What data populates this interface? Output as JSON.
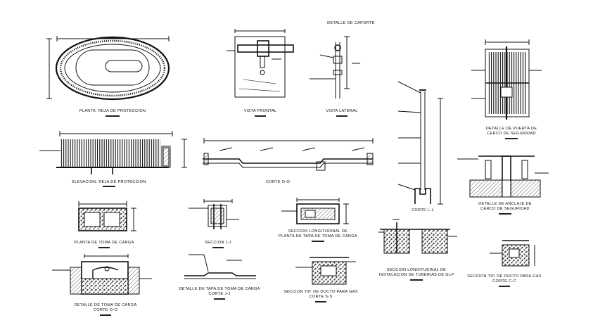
{
  "labels": {
    "planta_reja": "PLANTA: REJA DE PROTECCION",
    "vista_frontal": "VISTA FRONTAL",
    "vista_lateral": "VISTA LATERAL",
    "detalle_caporte": "DETALLE DE CAPORTE",
    "detalle_puerta_1": "DETALLE DE PUERTA DE",
    "detalle_puerta_2": "CERCO DE SEGURIDAD",
    "elevacion_reja": "ELEVACION: REJA DE PROTECCION",
    "corte_oo": "CORTE O-O",
    "corte_ll": "CORTE L-L",
    "detalle_anclaje_1": "DETALLE DE ANCLAJE DE",
    "detalle_anclaje_2": "CERCO DE SEGURIDAD",
    "planta_toma": "PLANTA DE TOMA DE CARGA",
    "seccion_jj": "SECCION J-J",
    "seccion_long_1": "SECCION LONGITUDINAL DE",
    "seccion_long_2": "PLANTA DE TAPA DE TOMA DE CARGA",
    "seccion_inst_1": "SECCION LONGITUDINAL DE",
    "seccion_inst_2": "INSTALACION DE TUBERIAS DE GLP",
    "seccion_tip_1a": "SECCION TIP. DE DUCTO PARA GAS",
    "seccion_tip_1b": "CORTE C-C",
    "detalle_tapa_1": "DETALLE DE TAPA DE TOMA DE CARGA",
    "detalle_tapa_2": "CORTE J-J",
    "seccion_tip_2a": "SECCION TIP. DE DUCTO PARA GAS",
    "seccion_tip_2b": "CORTE S-S",
    "detalle_toma_1": "DETALLE DE TOMA DE CARGA",
    "detalle_toma_2": "CORTE O-O"
  }
}
